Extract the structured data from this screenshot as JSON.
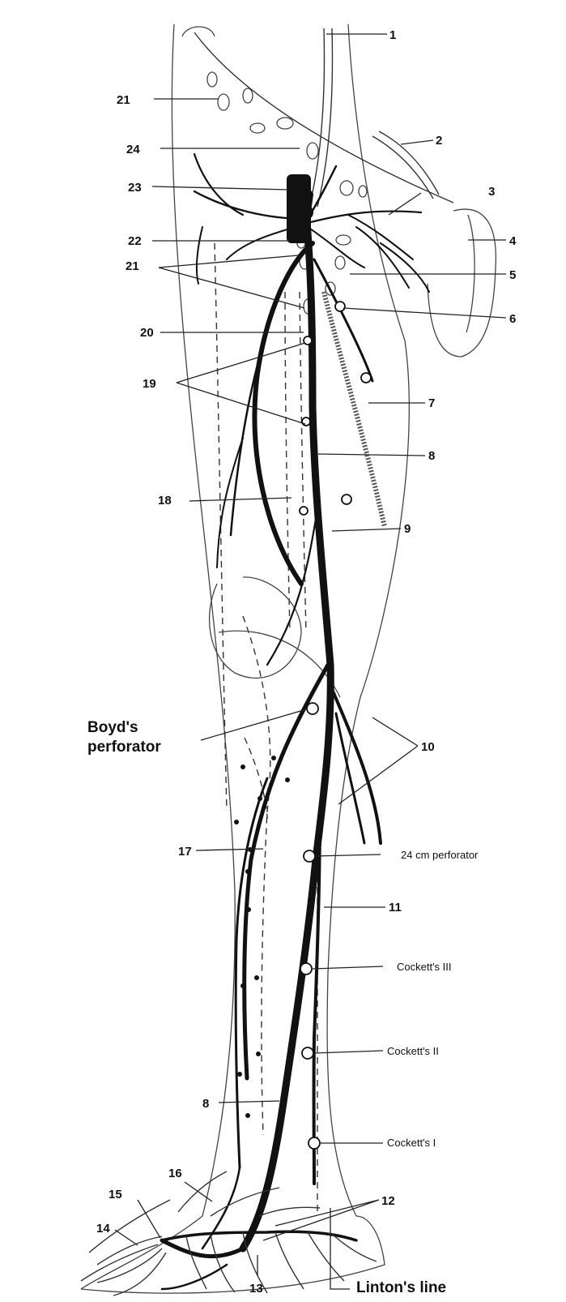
{
  "labels": {
    "n1": "1",
    "n2": "2",
    "n3": "3",
    "n4": "4",
    "n5": "5",
    "n6": "6",
    "n7": "7",
    "n8_upper": "8",
    "n9": "9",
    "n10": "10",
    "n11": "11",
    "n12": "12",
    "n13": "13",
    "n14": "14",
    "n15": "15",
    "n16": "16",
    "n17": "17",
    "n18": "18",
    "n19": "19",
    "n20": "20",
    "n21_top": "21",
    "n21_mid": "21",
    "n22": "22",
    "n23": "23",
    "n24": "24",
    "n8_lower": "8",
    "boyd_line1": "Boyd's",
    "boyd_line2": "perforator",
    "perf_24cm": "24 cm perforator",
    "cockett_3": "Cockett's III",
    "cockett_2": "Cockett's II",
    "cockett_1": "Cockett's I",
    "lintons_line": "Linton's line"
  }
}
